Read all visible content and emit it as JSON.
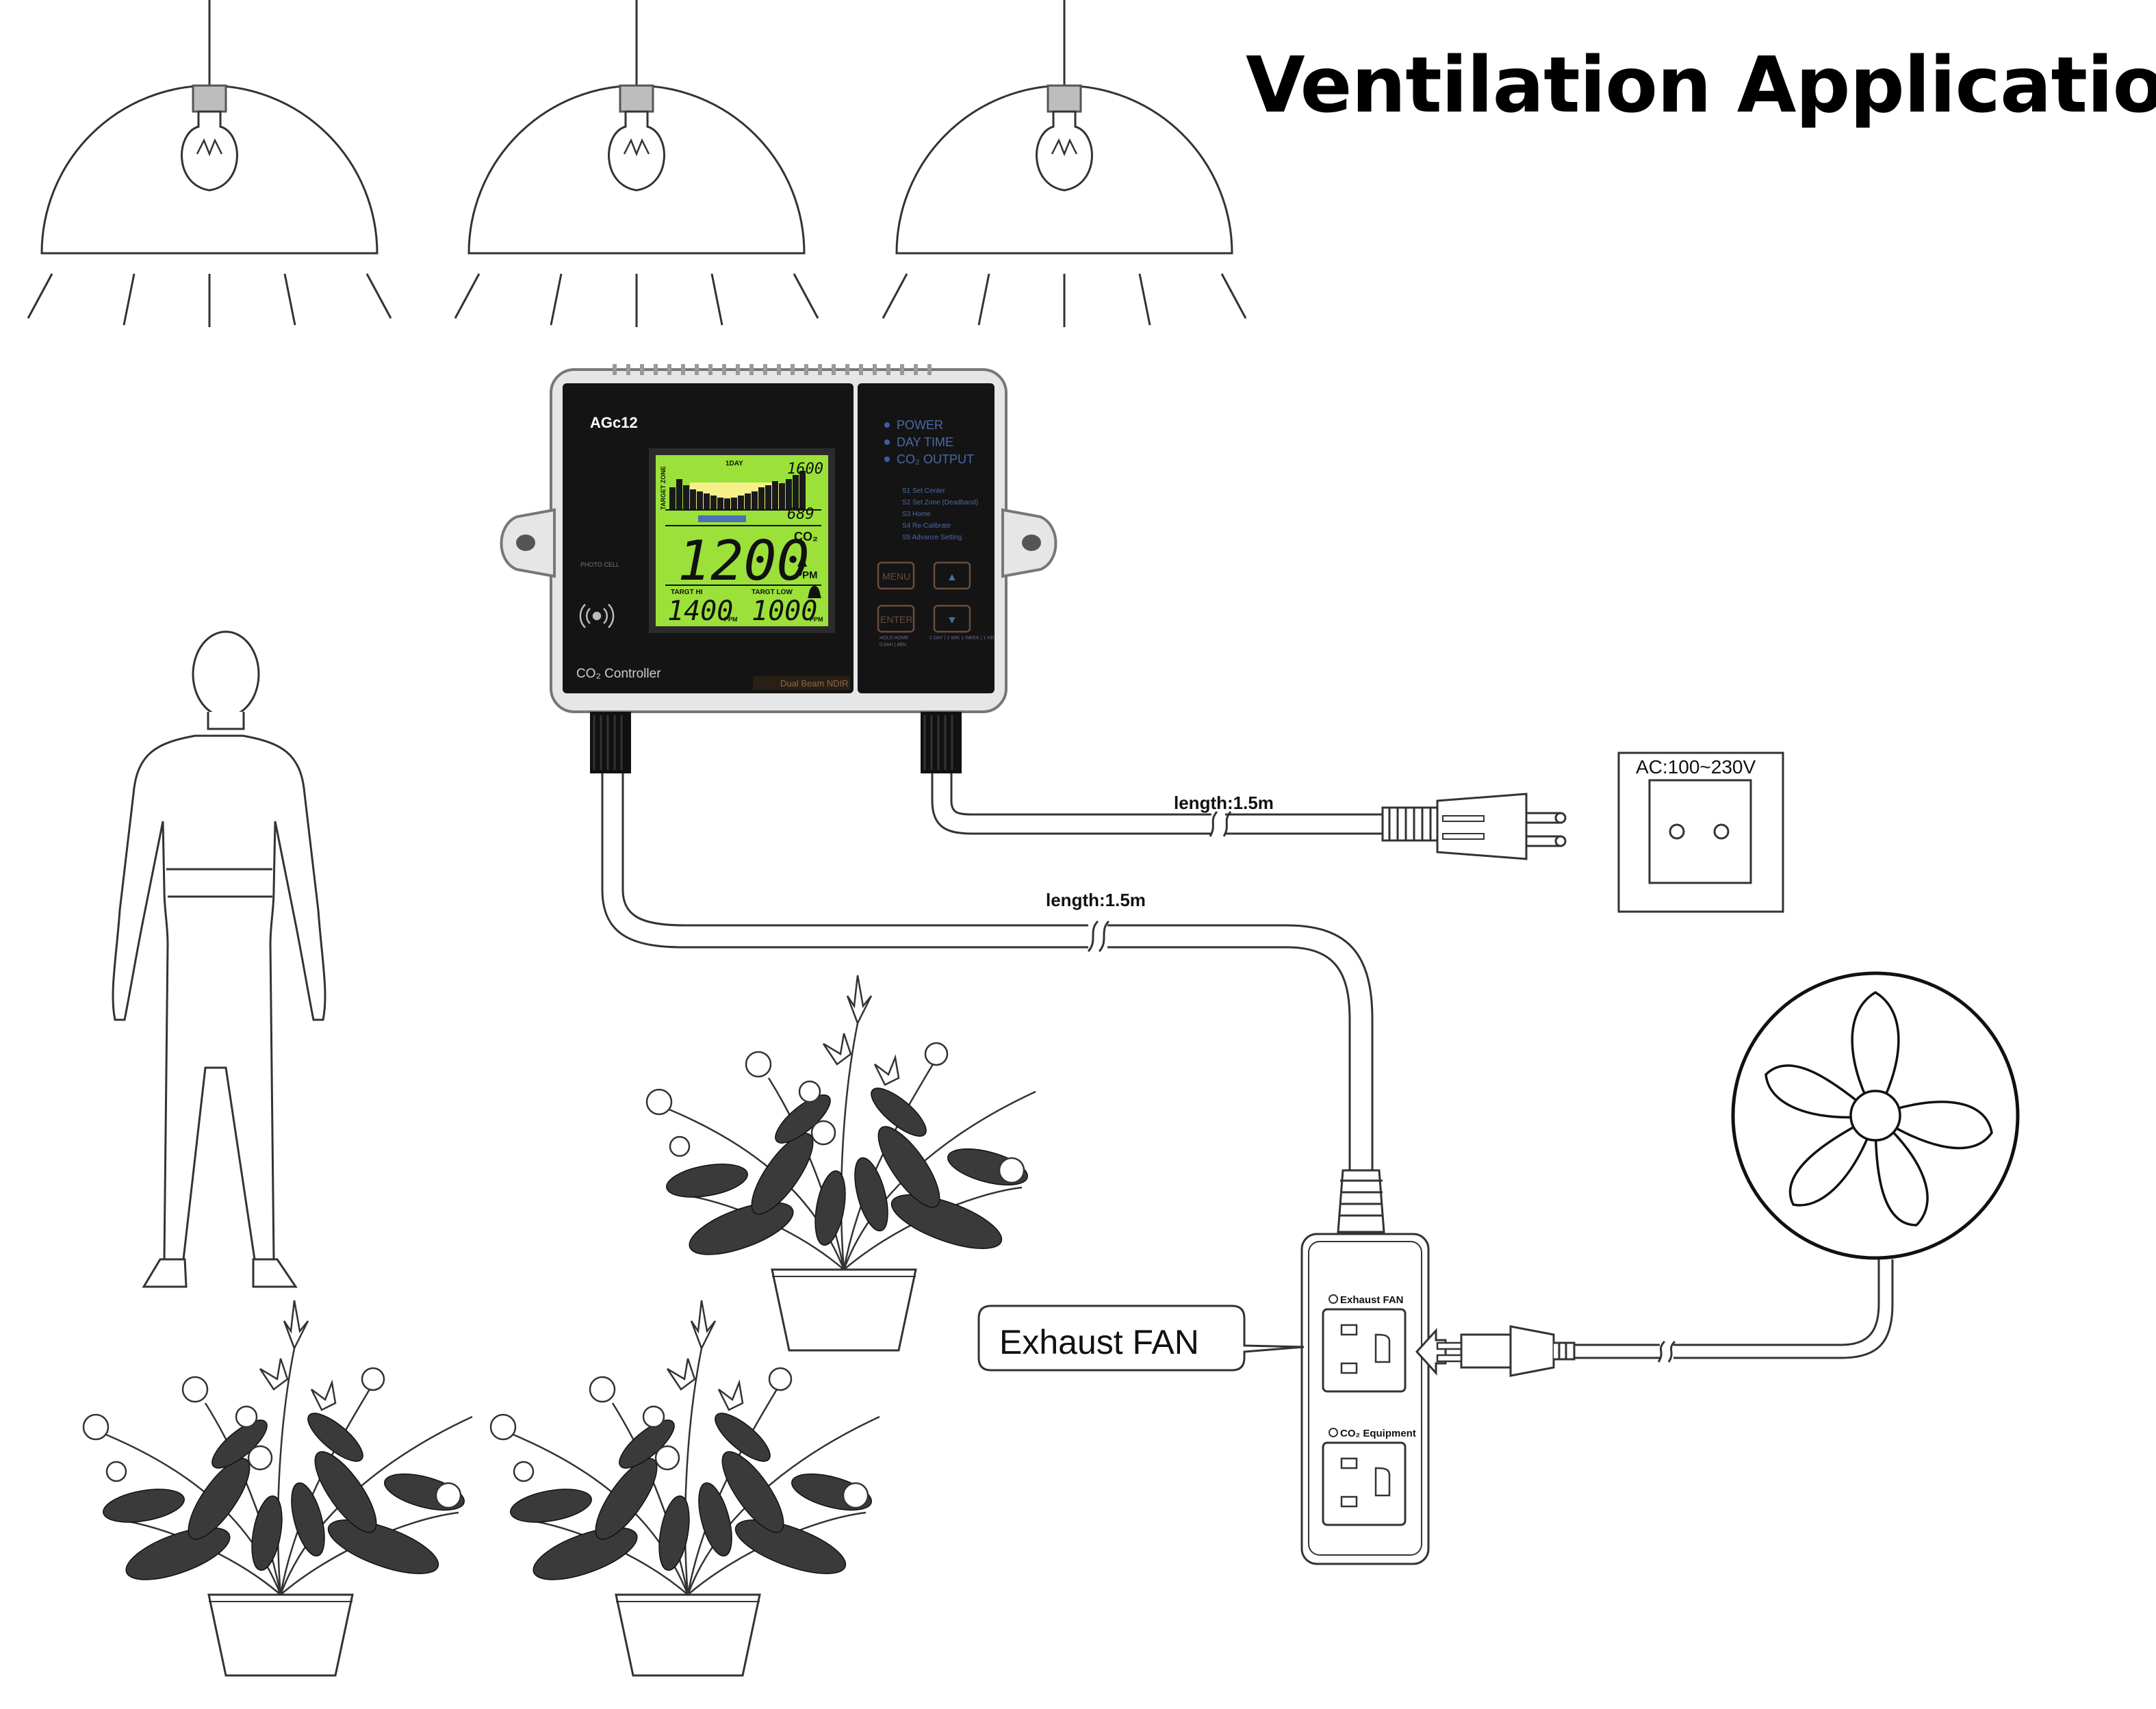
{
  "title": "Ventilation Application",
  "controller": {
    "brand": "AGc12",
    "side_label": "PHOTO CELL",
    "bottom_label": "CO₂ Controller",
    "sensor_label": "Dual Beam NDIR",
    "indicators": [
      "POWER",
      "DAY TIME",
      "CO₂ OUTPUT"
    ],
    "menu_items": [
      "S1 Set Center",
      "S2 Set Zone (Deadband)",
      "S3 Home",
      "S4 Re-Calibrate",
      "S5 Advance Setting"
    ],
    "buttons": {
      "menu": "MENU",
      "enter": "ENTER",
      "up": "▲",
      "down": "▼"
    },
    "sub_labels": {
      "hold_enter": "HOLD HOME",
      "scale_left": "0.5AH | 4BN",
      "scale_right": "1 DAY | 1 WIK  1 WEEK | 1 HR"
    }
  },
  "lcd": {
    "header": "1DAY",
    "top_value": "1600",
    "side_caption": "TARGET ZONE",
    "mid_value": "689",
    "main_value": "1200",
    "unit_top": "CO₂",
    "unit_bottom": "PPM",
    "target_hi_label": "TARGT HI",
    "target_low_label": "TARGT LOW",
    "target_hi": "1400",
    "target_low": "1000",
    "ppm": "PPM",
    "bars": [
      0.55,
      0.75,
      0.6,
      0.5,
      0.45,
      0.4,
      0.35,
      0.3,
      0.28,
      0.3,
      0.35,
      0.4,
      0.45,
      0.55,
      0.6,
      0.7,
      0.65,
      0.75,
      0.85,
      0.95
    ]
  },
  "cable_top": {
    "label": "length:1.5m"
  },
  "cable_bottom": {
    "label": "length:1.5m"
  },
  "outlet": {
    "label": "AC:100~230V"
  },
  "power_strip": {
    "socket1_label": "Exhaust FAN",
    "socket2_label": "CO₂ Equipment"
  },
  "callout": {
    "label": "Exhaust FAN"
  },
  "colors": {
    "lcd_green": "#9be13a",
    "lcd_yellow": "#f6f08a",
    "panel": "#141414",
    "frame": "#dcdcdc"
  }
}
